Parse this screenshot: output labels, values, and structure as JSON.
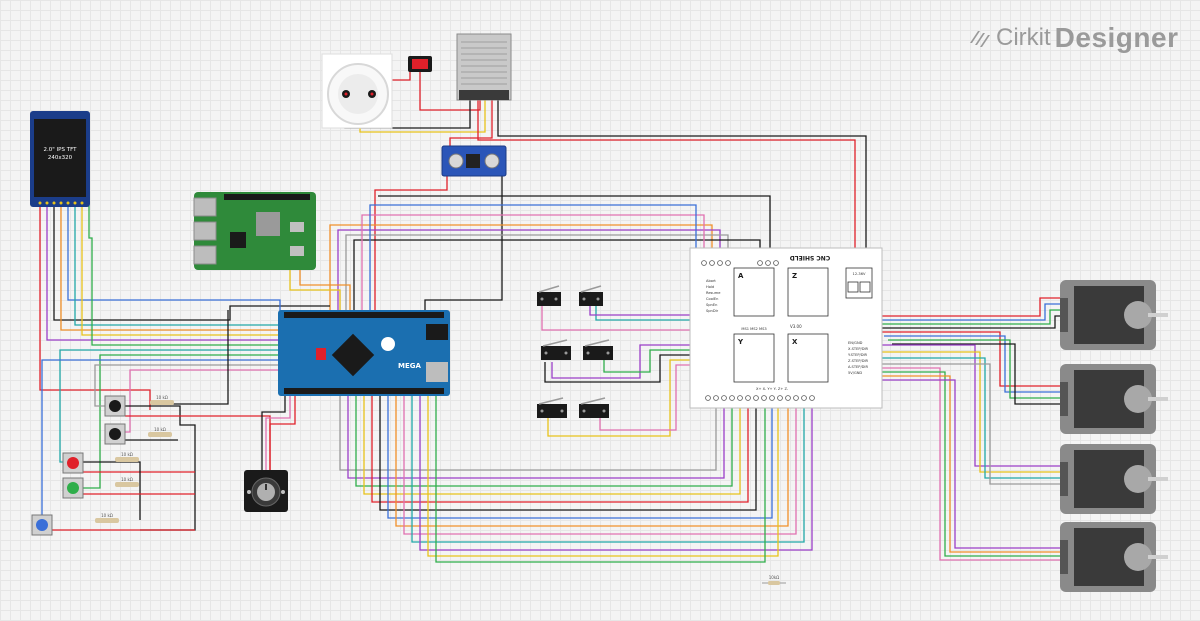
{
  "brand": {
    "prefix": "Cirkit",
    "name": "Designer",
    "logo_icon": "cirkit-logo-icon"
  },
  "tft": {
    "line1": "2.0\" IPS TFT",
    "line2": "240x320"
  },
  "cnc_shield": {
    "title": "CNC SHIELD",
    "version": "V3.00",
    "power_label": "12-36V",
    "driver_header": "MS1 MS2 MS3",
    "axes": [
      "X",
      "Y",
      "Z",
      "A"
    ],
    "side_labels": [
      "Abort",
      "Hold",
      "Resume",
      "CoolEn",
      "SpnEn",
      "SpnDir"
    ],
    "right_labels": [
      "EN/GND",
      "X.STEP/DIR",
      "Y.STEP/DIR",
      "Z.STEP/DIR",
      "A.STEP/DIR",
      "5V/GND"
    ],
    "limit_label": "X+ X- Y+ Y- Z+ Z-"
  },
  "arduino": {
    "model": "MEGA"
  },
  "resistors": [
    "10 kΩ",
    "10 kΩ",
    "10 kΩ",
    "10 kΩ",
    "10 kΩ"
  ],
  "bottom_resistor": "10kΩ",
  "colors": {
    "red": "#e0202a",
    "black": "#1a1a1a",
    "green": "#2fae4a",
    "blue": "#3a6fd8",
    "yellow": "#e8c21a",
    "purple": "#9b3fc8",
    "orange": "#f0902a",
    "teal": "#20a8a8",
    "pink": "#e070b0",
    "gray": "#9a9a9a",
    "board_blue": "#1b6fb0",
    "pcb_green": "#2f8a3a"
  }
}
